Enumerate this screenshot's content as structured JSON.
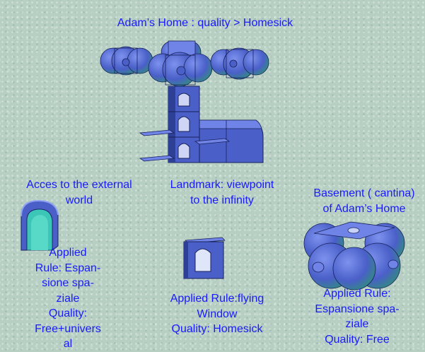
{
  "title": "Adam’s Home : quality > Homesick",
  "labels": {
    "external_world": "Acces to the external\nworld",
    "landmark": "Landmark: viewpoint\nto the infinity",
    "basement": "Basement ( cantina)\nof Adam’s Home",
    "rule_left": "Applied\nRule: Espan-\nsione spa-\nziale\nQuality:\nFree+univers\nal",
    "rule_center": "Applied Rule:flying\nWindow\nQuality: Homesick",
    "rule_right": "Applied Rule:\nEspansione spa-\nziale\nQuality: Free"
  },
  "colors": {
    "text": "#1a1aff",
    "model_fill": "#4a5fc8",
    "model_dark": "#2e3f96",
    "model_light": "#6f84e6",
    "edge": "#18205a",
    "sphere_glow": "#2f8f7a"
  }
}
